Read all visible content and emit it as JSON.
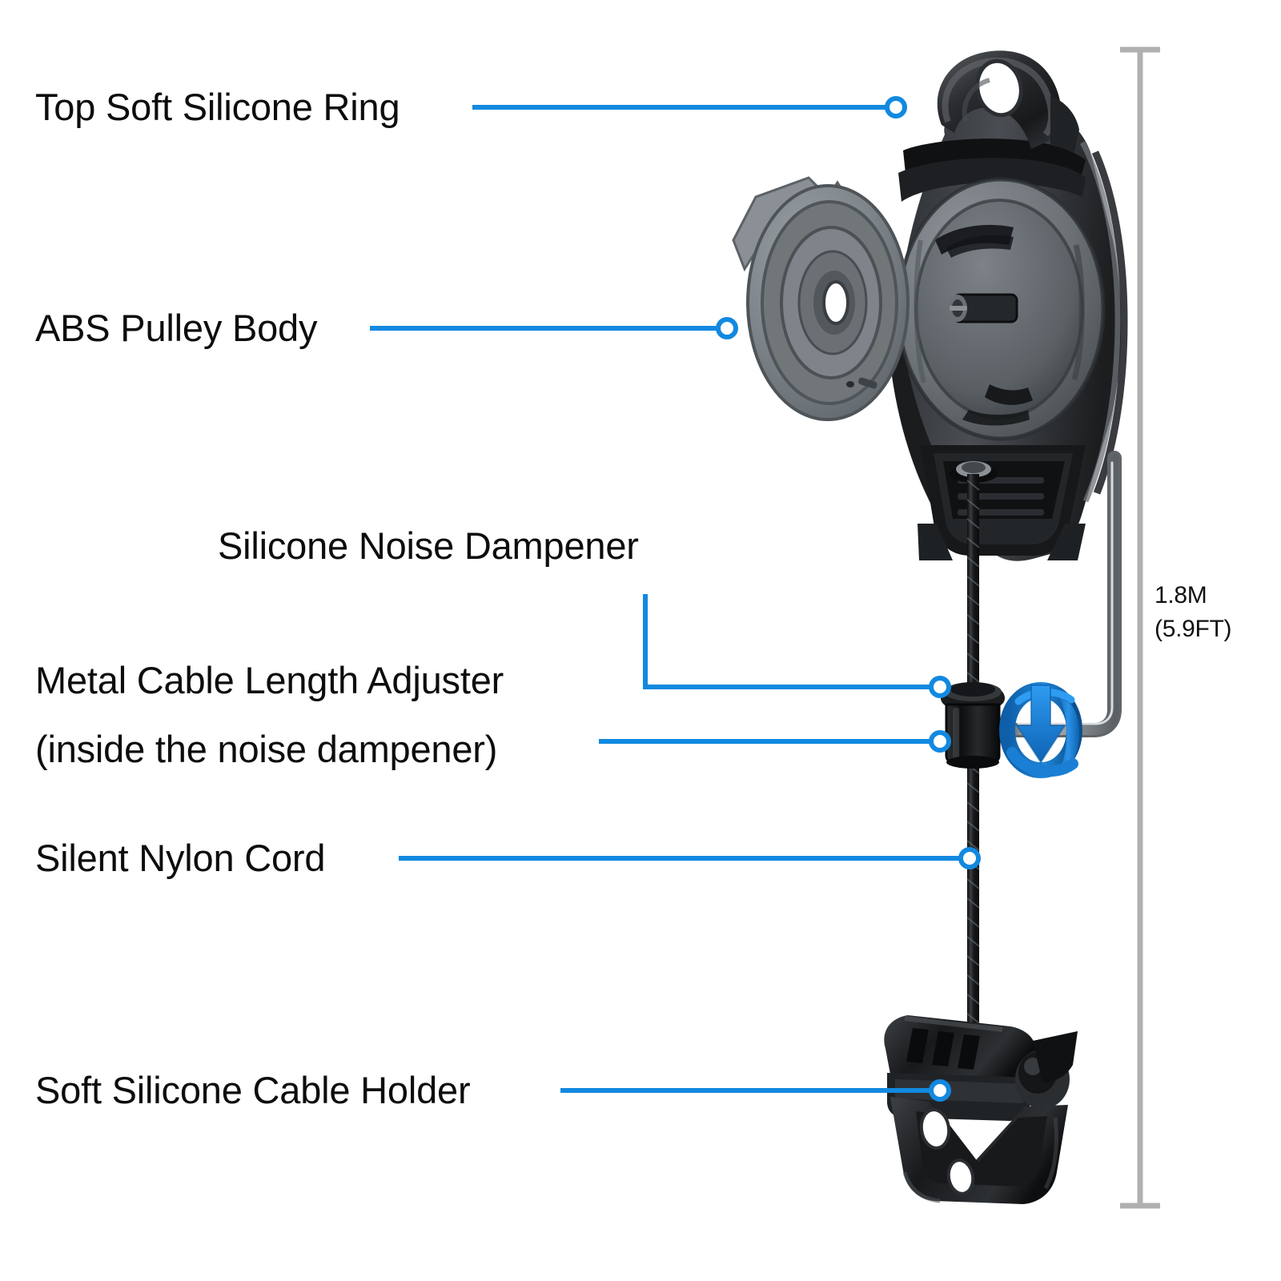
{
  "diagram": {
    "title_alt": "Retractable cable pulley product callout diagram",
    "background": "#ffffff",
    "leader_color": "#1289E0",
    "text_color": "#0d0d0d",
    "dimension_line_color": "#b0b0b0",
    "rotation_arrow_color": "#1E86DC"
  },
  "callouts": [
    {
      "id": "top-soft-silicone-ring",
      "label": "Top Soft Silicone Ring"
    },
    {
      "id": "abs-pulley-body",
      "label": "ABS Pulley Body"
    },
    {
      "id": "silicone-noise-dampener",
      "label": "Silicone Noise Dampener"
    },
    {
      "id": "metal-cable-length-adjuster",
      "label": "Metal Cable Length Adjuster"
    },
    {
      "id": "metal-cable-length-adjuster-note",
      "label": "(inside the noise dampener)"
    },
    {
      "id": "silent-nylon-cord",
      "label": "Silent Nylon Cord"
    },
    {
      "id": "soft-silicone-cable-holder",
      "label": "Soft Silicone Cable Holder"
    }
  ],
  "dimension": {
    "metric": "1.8M",
    "imperial": "(5.9FT)"
  },
  "icons": {
    "leader_endpoint": "ring-marker-icon",
    "rotation": "rotate-arrow-icon",
    "tool": "hex-key-icon",
    "dimension": "dimension-line-icon"
  }
}
